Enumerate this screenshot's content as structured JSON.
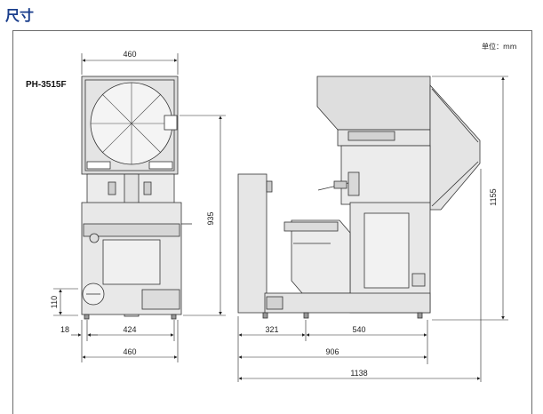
{
  "header": {
    "title": "尺寸"
  },
  "drawing": {
    "unit_label": "单位：mm",
    "model": "PH-3515F",
    "front_dims": {
      "top_width": "460",
      "height": "935",
      "base_height": "110",
      "left_offset": "18",
      "base_width": "424",
      "bottom_width": "460"
    },
    "side_dims": {
      "total_height": "1155",
      "front_depth": "321",
      "rear_depth": "540",
      "depth": "906",
      "overall_length": "1138"
    }
  }
}
